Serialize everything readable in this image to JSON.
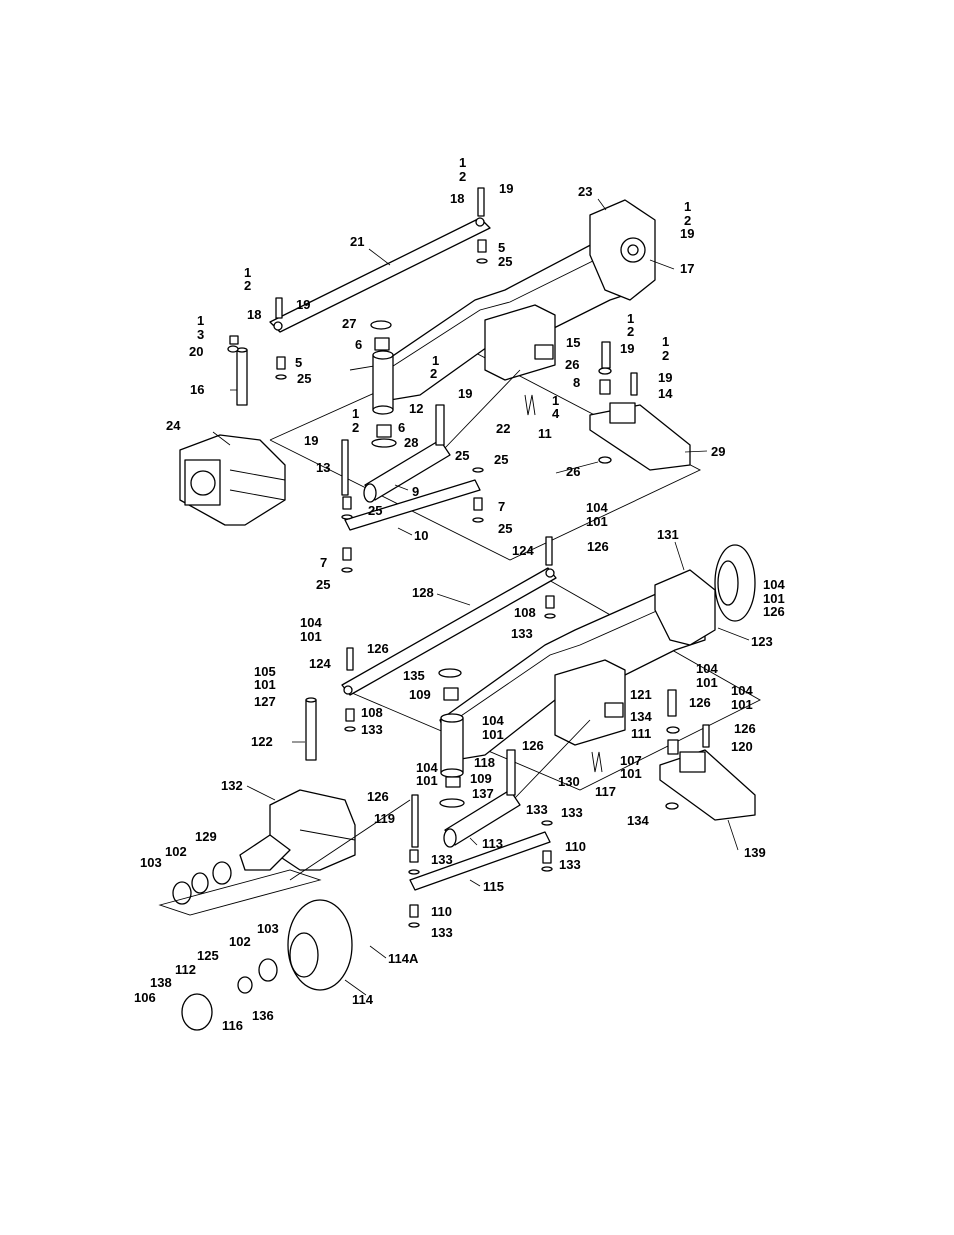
{
  "callouts": [
    {
      "id": "c1",
      "text": "1"
    },
    {
      "id": "c2",
      "text": "2"
    },
    {
      "id": "c3",
      "text": "19"
    },
    {
      "id": "c4",
      "text": "18"
    },
    {
      "id": "c5",
      "text": "23"
    },
    {
      "id": "c6",
      "text": "1"
    },
    {
      "id": "c7",
      "text": "2"
    },
    {
      "id": "c8",
      "text": "19"
    },
    {
      "id": "c9",
      "text": "21"
    },
    {
      "id": "c10",
      "text": "5"
    },
    {
      "id": "c11",
      "text": "25"
    },
    {
      "id": "c12",
      "text": "17"
    },
    {
      "id": "c13",
      "text": "1"
    },
    {
      "id": "c14",
      "text": "2"
    },
    {
      "id": "c15",
      "text": "19"
    },
    {
      "id": "c16",
      "text": "18"
    },
    {
      "id": "c17",
      "text": "27"
    },
    {
      "id": "c18",
      "text": "1"
    },
    {
      "id": "c19",
      "text": "3"
    },
    {
      "id": "c20",
      "text": "20"
    },
    {
      "id": "c21",
      "text": "6"
    },
    {
      "id": "c22",
      "text": "5"
    },
    {
      "id": "c23",
      "text": "25"
    },
    {
      "id": "c24",
      "text": "16"
    },
    {
      "id": "c25",
      "text": "1"
    },
    {
      "id": "c26",
      "text": "2"
    },
    {
      "id": "c27",
      "text": "15"
    },
    {
      "id": "c28",
      "text": "19"
    },
    {
      "id": "c29",
      "text": "26"
    },
    {
      "id": "c30",
      "text": "1"
    },
    {
      "id": "c31",
      "text": "2"
    },
    {
      "id": "c32",
      "text": "19"
    },
    {
      "id": "c33",
      "text": "8"
    },
    {
      "id": "c34",
      "text": "14"
    },
    {
      "id": "c35",
      "text": "1"
    },
    {
      "id": "c36",
      "text": "2"
    },
    {
      "id": "c37",
      "text": "19"
    },
    {
      "id": "c38",
      "text": "12"
    },
    {
      "id": "c39",
      "text": "1"
    },
    {
      "id": "c40",
      "text": "4"
    },
    {
      "id": "c41",
      "text": "22"
    },
    {
      "id": "c42",
      "text": "11"
    },
    {
      "id": "c43",
      "text": "24"
    },
    {
      "id": "c44",
      "text": "1"
    },
    {
      "id": "c45",
      "text": "2"
    },
    {
      "id": "c46",
      "text": "6"
    },
    {
      "id": "c47",
      "text": "28"
    },
    {
      "id": "c48",
      "text": "19"
    },
    {
      "id": "c49",
      "text": "25"
    },
    {
      "id": "c50",
      "text": "25"
    },
    {
      "id": "c51",
      "text": "29"
    },
    {
      "id": "c52",
      "text": "13"
    },
    {
      "id": "c53",
      "text": "26"
    },
    {
      "id": "c54",
      "text": "9"
    },
    {
      "id": "c55",
      "text": "25"
    },
    {
      "id": "c56",
      "text": "7"
    },
    {
      "id": "c57",
      "text": "25"
    },
    {
      "id": "c58",
      "text": "10"
    },
    {
      "id": "c59",
      "text": "7"
    },
    {
      "id": "c60",
      "text": "25"
    },
    {
      "id": "c61",
      "text": "104"
    },
    {
      "id": "c62",
      "text": "101"
    },
    {
      "id": "c63",
      "text": "124"
    },
    {
      "id": "c64",
      "text": "126"
    },
    {
      "id": "c65",
      "text": "131"
    },
    {
      "id": "c66",
      "text": "104"
    },
    {
      "id": "c67",
      "text": "101"
    },
    {
      "id": "c68",
      "text": "126"
    },
    {
      "id": "c69",
      "text": "128"
    },
    {
      "id": "c70",
      "text": "108"
    },
    {
      "id": "c71",
      "text": "133"
    },
    {
      "id": "c72",
      "text": "123"
    },
    {
      "id": "c73",
      "text": "104"
    },
    {
      "id": "c74",
      "text": "101"
    },
    {
      "id": "c75",
      "text": "126"
    },
    {
      "id": "c76",
      "text": "124"
    },
    {
      "id": "c77",
      "text": "135"
    },
    {
      "id": "c78",
      "text": "104"
    },
    {
      "id": "c79",
      "text": "101"
    },
    {
      "id": "c80",
      "text": "105"
    },
    {
      "id": "c81",
      "text": "101"
    },
    {
      "id": "c82",
      "text": "109"
    },
    {
      "id": "c83",
      "text": "121"
    },
    {
      "id": "c84",
      "text": "126"
    },
    {
      "id": "c85",
      "text": "104"
    },
    {
      "id": "c86",
      "text": "101"
    },
    {
      "id": "c87",
      "text": "127"
    },
    {
      "id": "c88",
      "text": "108"
    },
    {
      "id": "c89",
      "text": "133"
    },
    {
      "id": "c90",
      "text": "134"
    },
    {
      "id": "c91",
      "text": "126"
    },
    {
      "id": "c92",
      "text": "104"
    },
    {
      "id": "c93",
      "text": "101"
    },
    {
      "id": "c94",
      "text": "111"
    },
    {
      "id": "c95",
      "text": "122"
    },
    {
      "id": "c96",
      "text": "126"
    },
    {
      "id": "c97",
      "text": "120"
    },
    {
      "id": "c98",
      "text": "118"
    },
    {
      "id": "c99",
      "text": "107"
    },
    {
      "id": "c100",
      "text": "101"
    },
    {
      "id": "c101",
      "text": "130"
    },
    {
      "id": "c102",
      "text": "117"
    },
    {
      "id": "c103",
      "text": "104"
    },
    {
      "id": "c104",
      "text": "101"
    },
    {
      "id": "c105",
      "text": "109"
    },
    {
      "id": "c106",
      "text": "132"
    },
    {
      "id": "c107",
      "text": "126"
    },
    {
      "id": "c108",
      "text": "137"
    },
    {
      "id": "c109",
      "text": "134"
    },
    {
      "id": "c110",
      "text": "133"
    },
    {
      "id": "c111",
      "text": "133"
    },
    {
      "id": "c112",
      "text": "119"
    },
    {
      "id": "c113",
      "text": "129"
    },
    {
      "id": "c114",
      "text": "113"
    },
    {
      "id": "c115",
      "text": "110"
    },
    {
      "id": "c116",
      "text": "102"
    },
    {
      "id": "c117",
      "text": "103"
    },
    {
      "id": "c118",
      "text": "133"
    },
    {
      "id": "c119",
      "text": "133"
    },
    {
      "id": "c120",
      "text": "139"
    },
    {
      "id": "c121",
      "text": "115"
    },
    {
      "id": "c122",
      "text": "110"
    },
    {
      "id": "c123",
      "text": "133"
    },
    {
      "id": "c124",
      "text": "102"
    },
    {
      "id": "c125",
      "text": "103"
    },
    {
      "id": "c126",
      "text": "125"
    },
    {
      "id": "c127",
      "text": "114A"
    },
    {
      "id": "c128",
      "text": "112"
    },
    {
      "id": "c129",
      "text": "138"
    },
    {
      "id": "c130",
      "text": "106"
    },
    {
      "id": "c131",
      "text": "114"
    },
    {
      "id": "c132",
      "text": "116"
    },
    {
      "id": "c133",
      "text": "136"
    }
  ]
}
